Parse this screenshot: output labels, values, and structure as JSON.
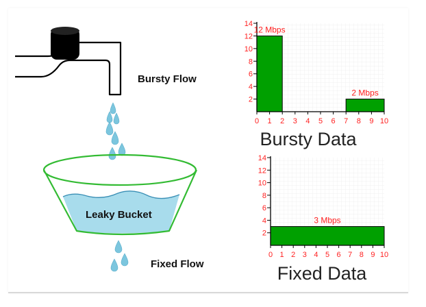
{
  "labels": {
    "bursty_flow": "Bursty Flow",
    "fixed_flow": "Fixed Flow",
    "leaky_bucket": "Leaky Bucket"
  },
  "colors": {
    "bar_fill": "#00a000",
    "tick_labels": "#ff2020",
    "water": "#a8dcec",
    "bucket_outline": "#33bb33",
    "drop": "#7cc6de"
  },
  "chart_data": [
    {
      "type": "bar",
      "title": "Bursty Data",
      "xlim": [
        0,
        10
      ],
      "ylim": [
        0,
        14
      ],
      "x_ticks": [
        0,
        1,
        2,
        3,
        4,
        5,
        6,
        7,
        8,
        9,
        10
      ],
      "y_ticks": [
        2,
        4,
        6,
        8,
        10,
        12,
        14
      ],
      "grid": true,
      "bars": [
        {
          "x0": 0,
          "x1": 2,
          "value": 12,
          "label": "12 Mbps"
        },
        {
          "x0": 7,
          "x1": 10,
          "value": 2,
          "label": "2 Mbps"
        }
      ]
    },
    {
      "type": "bar",
      "title": "Fixed Data",
      "xlim": [
        0,
        10
      ],
      "ylim": [
        0,
        14
      ],
      "x_ticks": [
        0,
        1,
        2,
        3,
        4,
        5,
        6,
        7,
        8,
        9,
        10
      ],
      "y_ticks": [
        2,
        4,
        6,
        8,
        10,
        12,
        14
      ],
      "grid": true,
      "bars": [
        {
          "x0": 0,
          "x1": 10,
          "value": 3,
          "label": "3 Mbps"
        }
      ]
    }
  ]
}
